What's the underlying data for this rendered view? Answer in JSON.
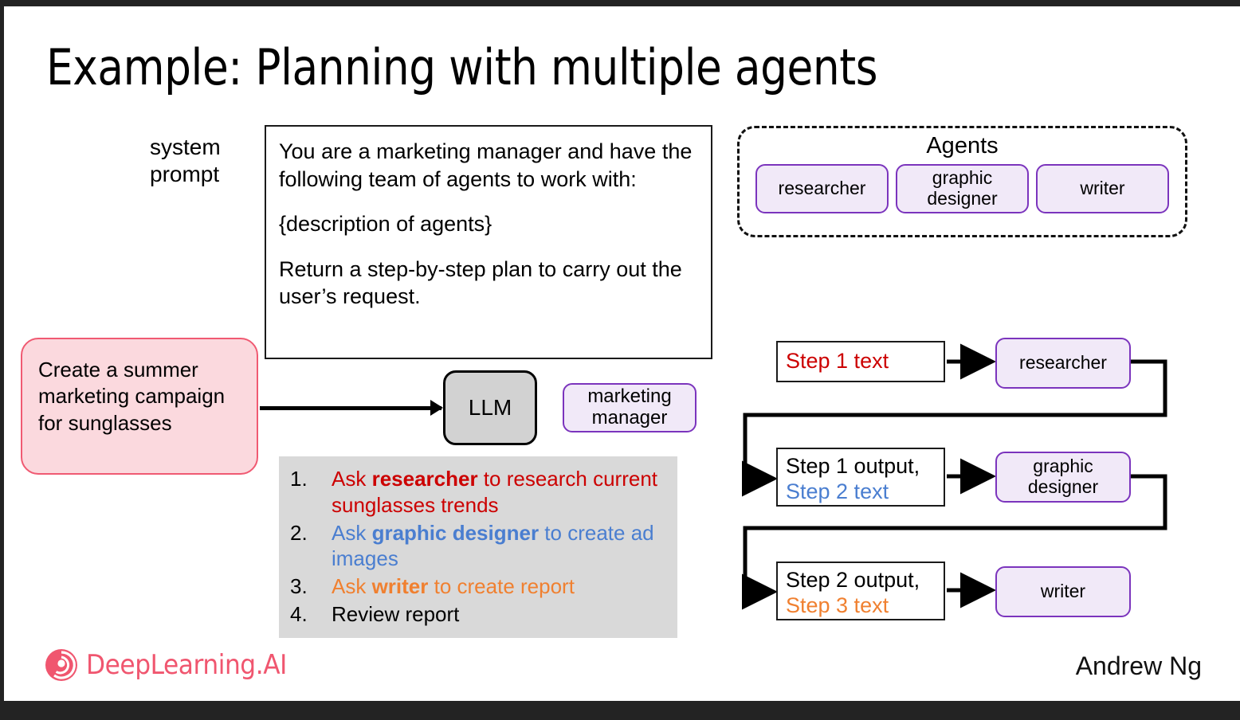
{
  "slide": {
    "title": "Example: Planning with multiple agents",
    "author": "Andrew Ng",
    "brand": "DeepLearning.AI"
  },
  "colors": {
    "frame": "#232323",
    "pill_fill": "#f1e9f8",
    "pill_border": "#7b34bd",
    "request_fill": "#fbd9de",
    "request_border": "#f05a72",
    "llm_fill": "#d2d2d2",
    "plan_fill": "#d9d9d9",
    "red": "#cc0000",
    "blue": "#4a7ed0",
    "orange": "#f08030",
    "brand_pink": "#f0566f"
  },
  "system_prompt": {
    "label": "system prompt",
    "paragraphs": [
      "You are a marketing manager and have the following team of agents to work with:",
      "{description of agents}",
      "Return a step-by-step plan to carry out the user’s request."
    ]
  },
  "agents_panel": {
    "title": "Agents",
    "items": [
      {
        "label": "researcher"
      },
      {
        "label": "graphic designer"
      },
      {
        "label": "writer"
      }
    ]
  },
  "request": {
    "text": "Create a summer marketing campaign for sunglasses"
  },
  "llm": {
    "label": "LLM",
    "role_pill": "marketing manager"
  },
  "plan": {
    "items": [
      {
        "number": "1.",
        "color": "red",
        "prefix": "Ask ",
        "bold": "researcher",
        "suffix": " to research current sunglasses trends"
      },
      {
        "number": "2.",
        "color": "blue",
        "prefix": "Ask ",
        "bold": "graphic designer",
        "suffix": " to create ad images"
      },
      {
        "number": "3.",
        "color": "orange",
        "prefix": "Ask ",
        "bold": "writer",
        "suffix": " to create report"
      },
      {
        "number": "4.",
        "color": "black",
        "prefix": "",
        "bold": "",
        "suffix": "Review report"
      }
    ]
  },
  "flow": {
    "steps": [
      {
        "line1": "Step 1 text",
        "line1_color": "red",
        "line2": "",
        "line2_color": "",
        "agent": "researcher"
      },
      {
        "line1": "Step 1 output,",
        "line1_color": "black",
        "line2": "Step 2 text",
        "line2_color": "blue",
        "agent": "graphic designer"
      },
      {
        "line1": "Step 2 output,",
        "line1_color": "black",
        "line2": "Step 3 text",
        "line2_color": "orange",
        "agent": "writer"
      }
    ]
  }
}
